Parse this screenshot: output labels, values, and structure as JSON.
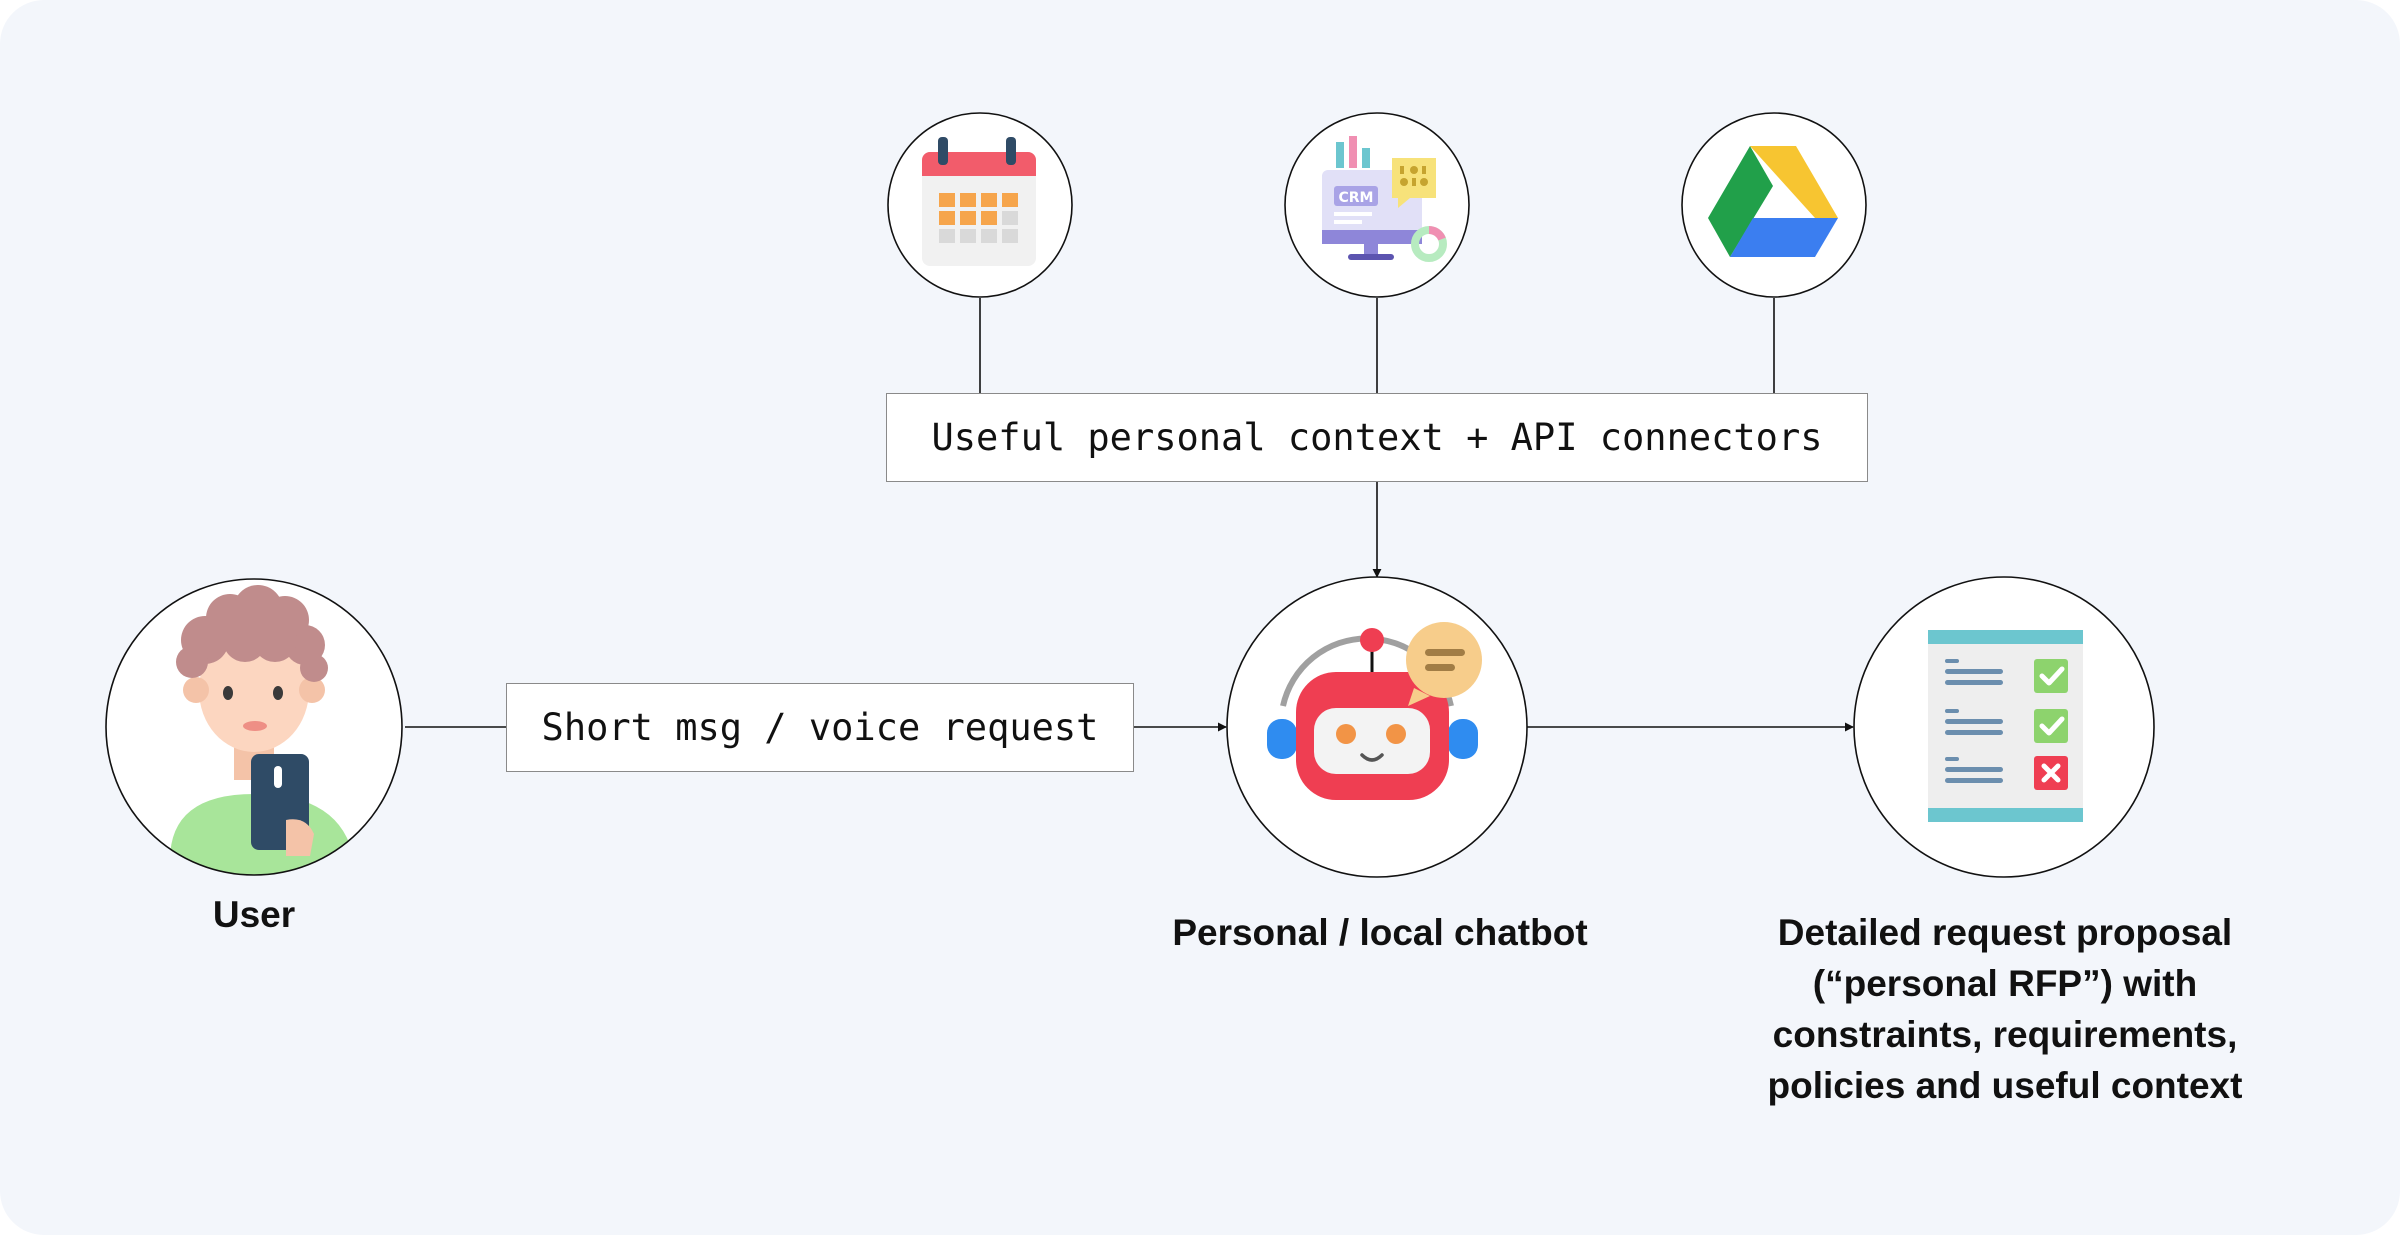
{
  "diagram": {
    "context_box": {
      "label": "Useful personal context + API connectors"
    },
    "message_box": {
      "label": "Short msg / voice request"
    },
    "nodes": {
      "calendar": {
        "icon": "calendar-icon"
      },
      "crm": {
        "icon": "crm-monitor-icon",
        "badge": "CRM"
      },
      "drive": {
        "icon": "google-drive-icon"
      },
      "user": {
        "icon": "user-with-phone-icon",
        "label": "User"
      },
      "chatbot": {
        "icon": "robot-chatbot-icon",
        "label": "Personal / local chatbot"
      },
      "proposal": {
        "icon": "checklist-document-icon",
        "label_lines": [
          "Detailed request proposal",
          "(“personal RFP”) with",
          "constraints, requirements,",
          "policies and useful context"
        ]
      }
    },
    "colors": {
      "background": "#f3f6fb",
      "calendar_red": "#f25c6b",
      "calendar_orange": "#f6a54c",
      "crm_purple": "#8e86d9",
      "drive_green": "#21a04a",
      "drive_yellow": "#f7c531",
      "drive_blue": "#3b7ef0",
      "robot_red": "#ef3e52",
      "robot_blue": "#2f8cf0",
      "user_hair": "#c08c8c",
      "user_shirt": "#a8e59a",
      "phone_navy": "#2f4b66",
      "check_green": "#8dd36d",
      "cross_red": "#ef3e52",
      "doc_teal": "#6cc6cf"
    }
  }
}
